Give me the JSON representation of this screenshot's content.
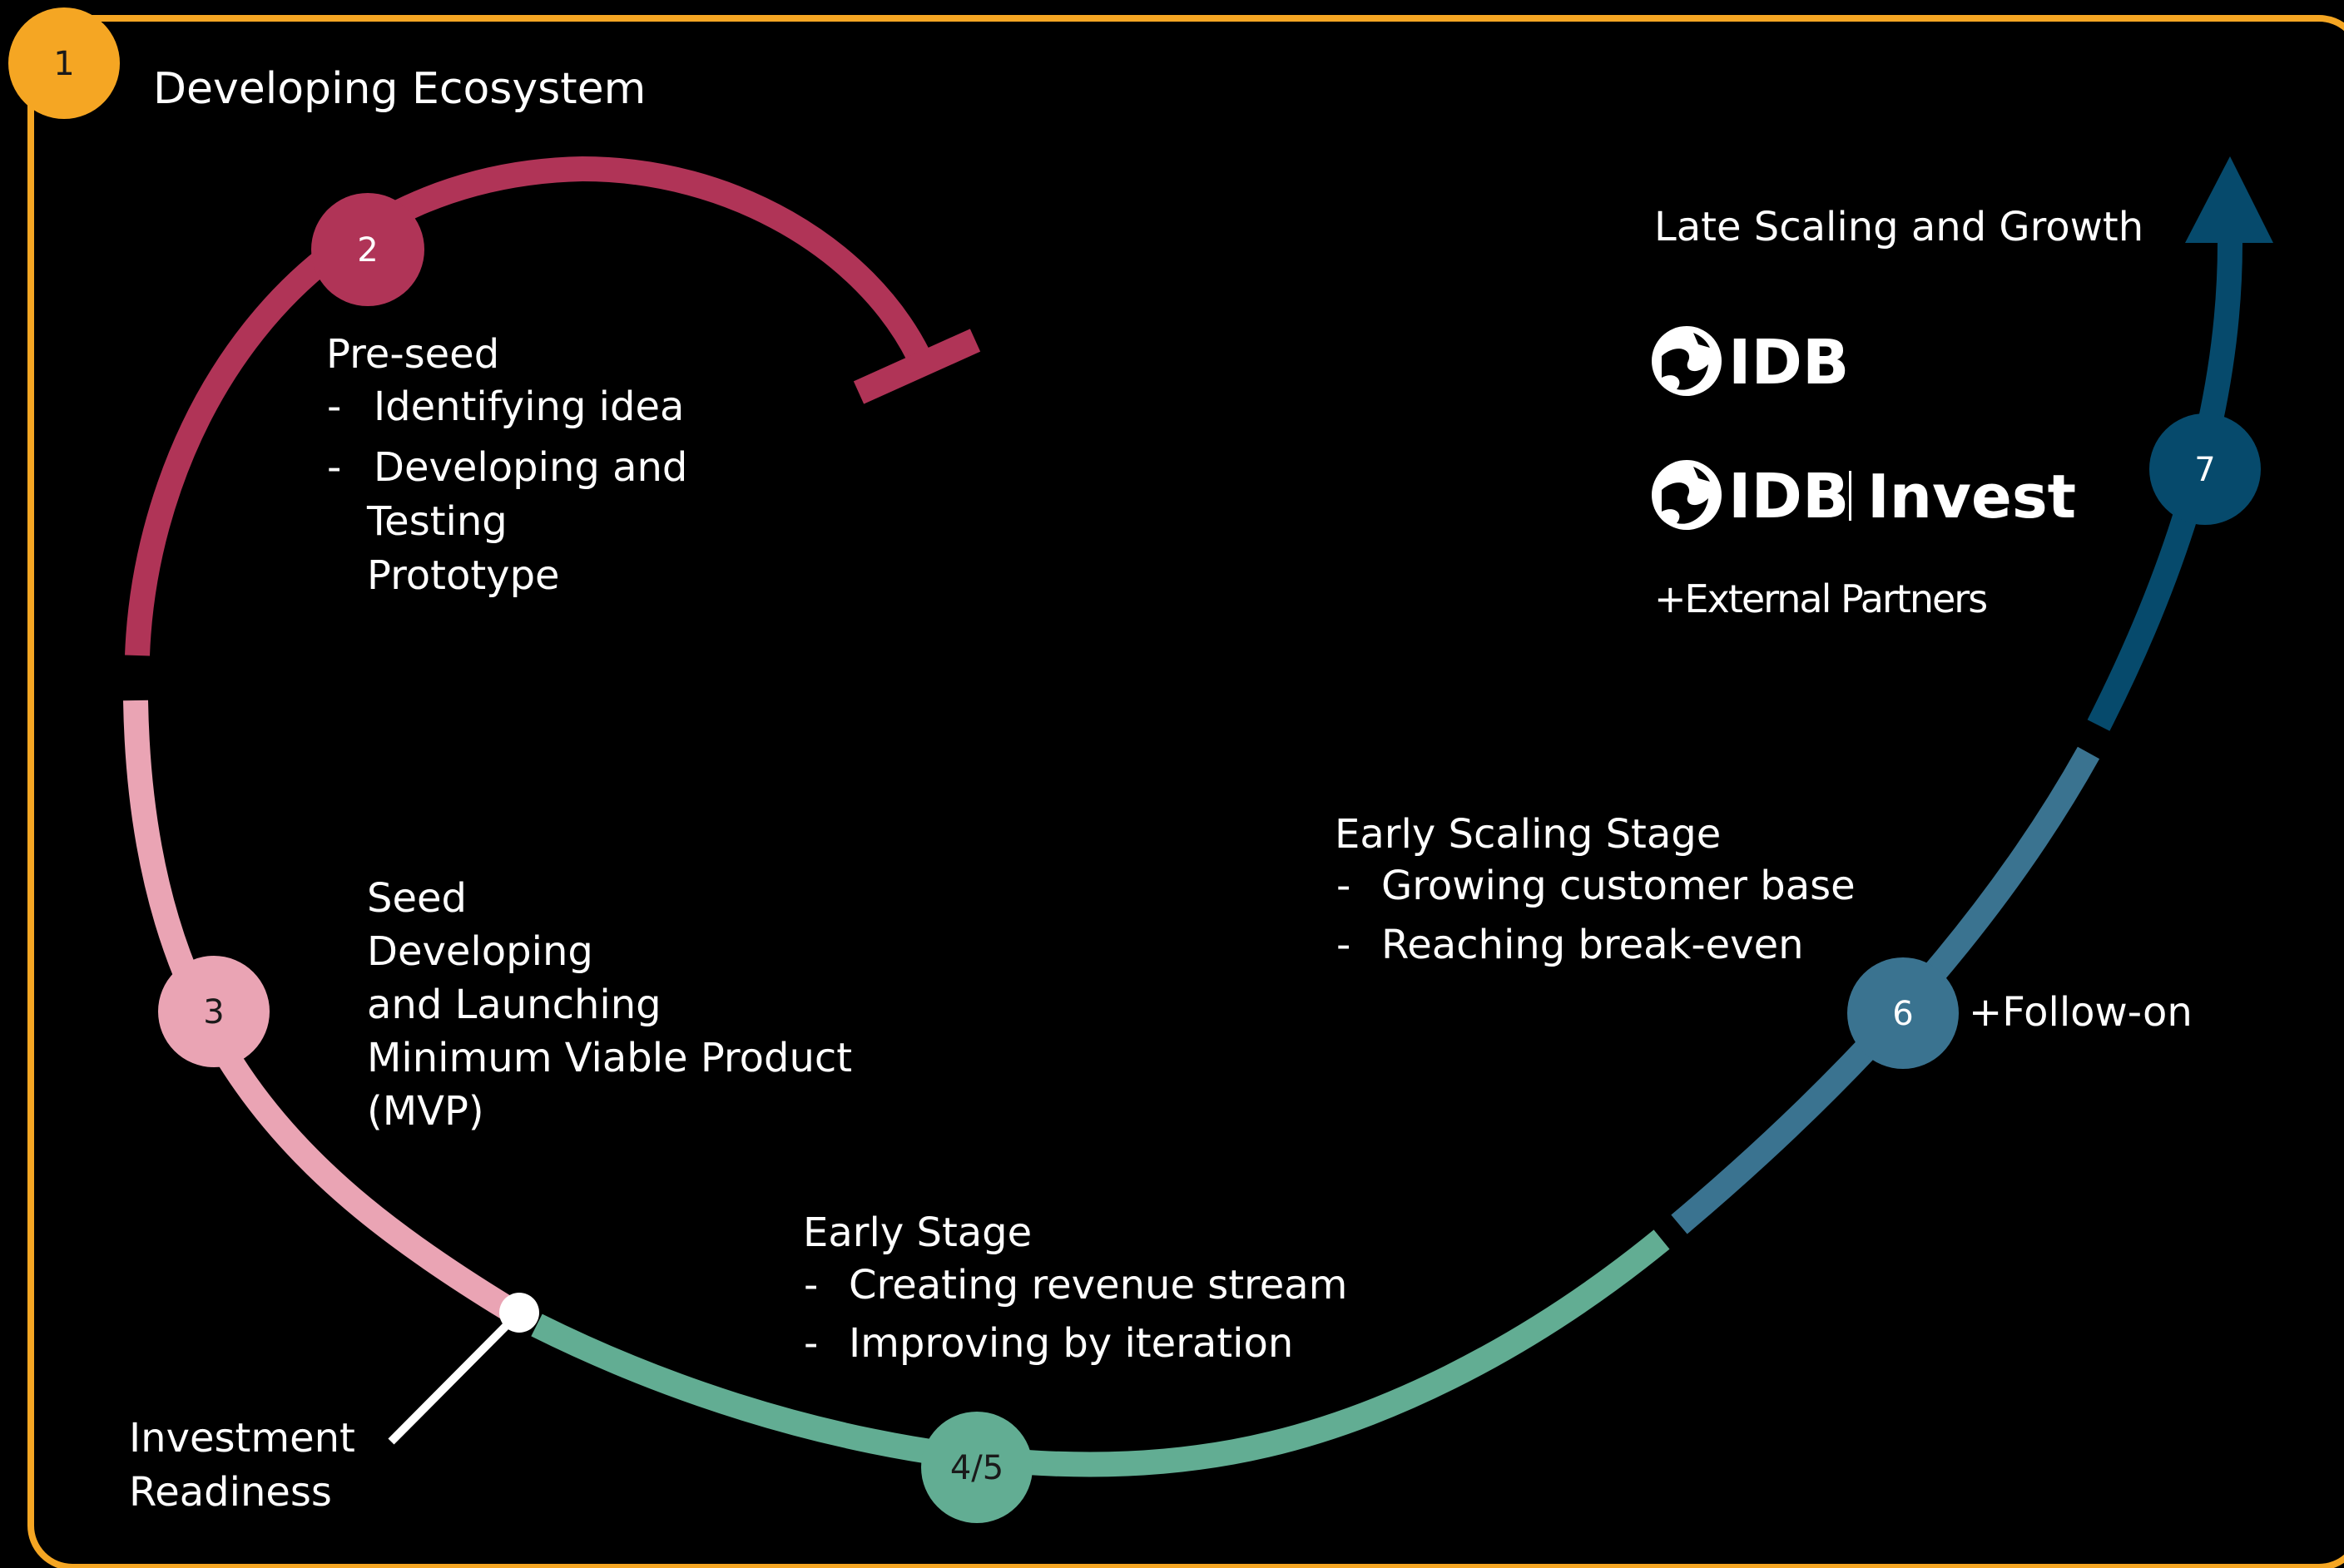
{
  "colors": {
    "background": "#000000",
    "frame": "#f5a623",
    "stage1": "#f5a623",
    "stage2": "#b03457",
    "stage3": "#eaa4b4",
    "stage45": "#62ad93",
    "stage6": "#3a7390",
    "stage7": "#064a6c",
    "text": "#ffffff"
  },
  "ecosystem": {
    "number": "1",
    "title": "Developing Ecosystem"
  },
  "preseed": {
    "number": "2",
    "title": "Pre-seed",
    "bullets": [
      "Identifying idea",
      "Developing and"
    ],
    "continuation": [
      "Testing",
      "Prototype"
    ]
  },
  "seed": {
    "number": "3",
    "lines": [
      "Seed",
      "Developing",
      "and Launching",
      "Minimum Viable Product",
      "(MVP)"
    ]
  },
  "early": {
    "number": "4/5",
    "title": "Early Stage",
    "bullets": [
      "Creating revenue stream",
      "Improving by iteration"
    ]
  },
  "early_scaling": {
    "number": "6",
    "title": "Early Scaling Stage",
    "bullets": [
      "Growing customer base",
      "Reaching break-even"
    ],
    "followon": "+Follow-on"
  },
  "late": {
    "number": "7",
    "title": "Late Scaling and Growth",
    "logo_idb": "IDB",
    "logo_invest": "Invest",
    "partners": "+External Partners"
  },
  "investment": {
    "lines": [
      "Investment",
      "Readiness"
    ]
  },
  "bullet_marker": "-"
}
